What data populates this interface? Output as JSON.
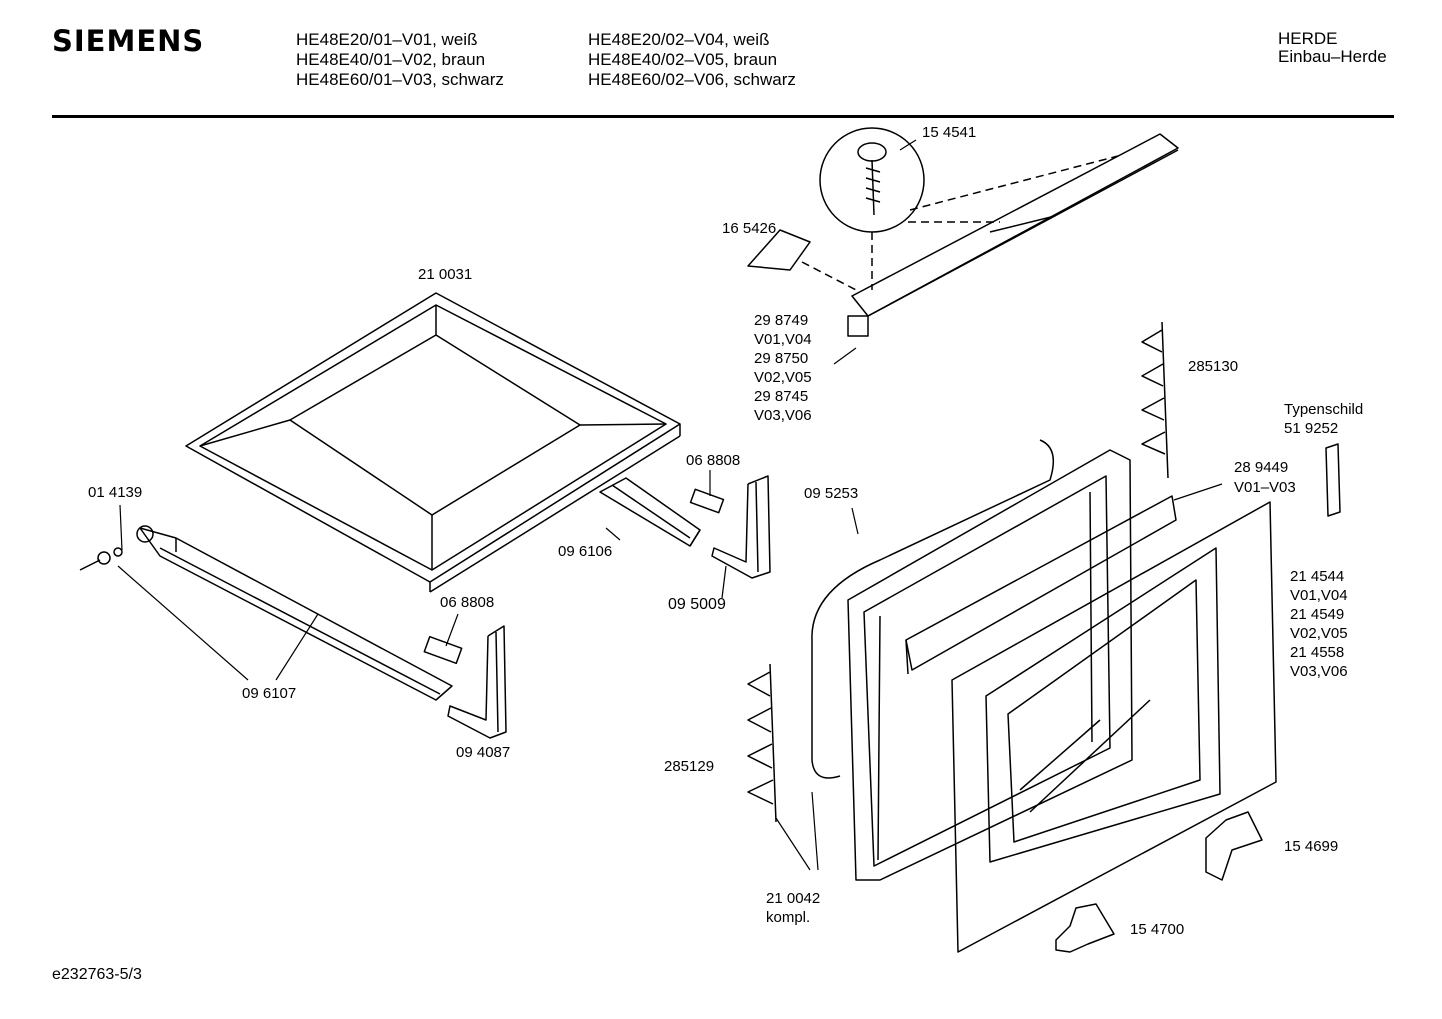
{
  "header": {
    "brand": "SIEMENS",
    "models_col1": [
      "HE48E20/01–V01, weiß",
      "HE48E40/01–V02, braun",
      "HE48E60/01–V03, schwarz"
    ],
    "models_col2": [
      "HE48E20/02–V04, weiß",
      "HE48E40/02–V05, braun",
      "HE48E60/02–V06, schwarz"
    ],
    "category": "HERDE",
    "subcategory": "Einbau–Herde"
  },
  "parts": {
    "p154541": "15 4541",
    "p165426": "16 5426",
    "p210031": "21 0031",
    "p298749": "29 8749",
    "v0104a": "V01,V04",
    "p298750": "29 8750",
    "v0205a": "V02,V05",
    "p298745": "29 8745",
    "v0306a": "V03,V06",
    "p285130": "285130",
    "typenschild": "Typenschild",
    "p519252": "51 9252",
    "p289449": "28 9449",
    "v0103": "V01–V03",
    "p068808a": "06 8808",
    "p014139": "01 4139",
    "p095253": "09 5253",
    "p096106": "09 6106",
    "p095009": "09 5009",
    "p068808b": "06 8808",
    "p214544": "21 4544",
    "v0104b": "V01,V04",
    "p214549": "21 4549",
    "v0205b": "V02,V05",
    "p214558": "21 4558",
    "v0306b": "V03,V06",
    "p096107": "09 6107",
    "p094087": "09 4087",
    "p285129": "285129",
    "p154699": "15 4699",
    "p210042": "21 0042",
    "kompl": "kompl.",
    "p154700": "15 4700"
  },
  "footer": {
    "doc_id": "e232763-5/3"
  }
}
